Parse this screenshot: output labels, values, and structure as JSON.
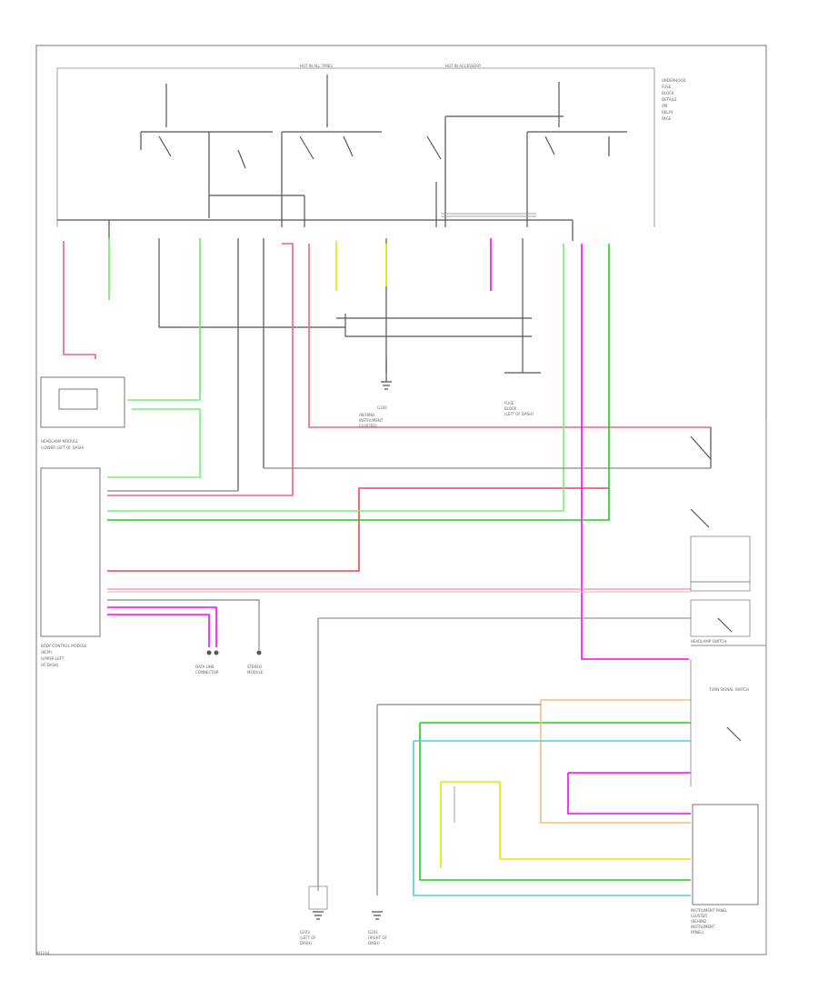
{
  "diagram": {
    "headers": {
      "hot_in_run": "HOT IN ALL TIMES",
      "hot_accessory": "HOT IN ACCESSORY"
    },
    "side_note_right": [
      "UNDERHOOD",
      "FUSE",
      "BLOCK",
      "DETAILS",
      "ON",
      "RELAY",
      "PAGE"
    ],
    "components": {
      "module_left": "HEADLAMP MODULE",
      "module_left_sub": "(LOWER LEFT OF DASH)",
      "bcm": "BODY CONTROL MODULE",
      "bcm_sub": [
        "(BCM)",
        "(UPPER LEFT",
        "OF DASH)"
      ],
      "ground_center": "G200",
      "ground_center_label": [
        "(BEHIND",
        "INSTRUMENT",
        "CLUSTER)"
      ],
      "fuse_block_right": [
        "FUSE",
        "BLOCK",
        "(LEFT OF DASH)"
      ],
      "headlamp_switch": "HEADLAMP SWITCH",
      "turn_signal_switch": "TURN SIGNAL SWITCH",
      "instrument_cluster": [
        "INSTRUMENT PANEL",
        "CLUSTER",
        "(BEHIND",
        "INSTRUMENT",
        "PANEL)"
      ],
      "ground_left": [
        "G203",
        "(LEFT OF",
        "DASH)"
      ],
      "ground_right": [
        "G201",
        "(RIGHT OF",
        "DASH)"
      ],
      "data_link": [
        "DATA LINK",
        "CONNECTOR"
      ],
      "stereo": [
        "STEREO",
        "MODULE"
      ]
    },
    "footer_code": "W1234"
  }
}
